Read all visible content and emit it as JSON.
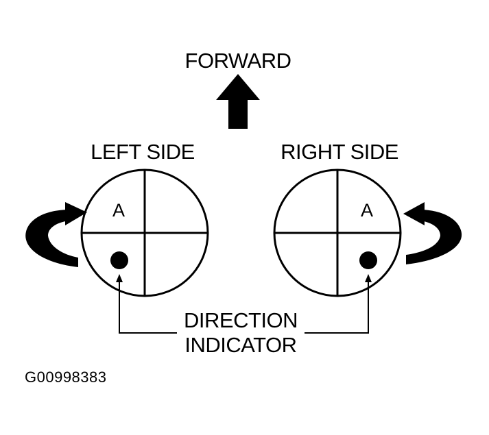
{
  "diagram": {
    "forward_label": "FORWARD",
    "left": {
      "title": "LEFT SIDE",
      "quadrant_label": "A"
    },
    "right": {
      "title": "RIGHT SIDE",
      "quadrant_label": "A"
    },
    "callout": {
      "line1": "DIRECTION",
      "line2": "INDICATOR"
    },
    "figure_id": "G00998383"
  }
}
